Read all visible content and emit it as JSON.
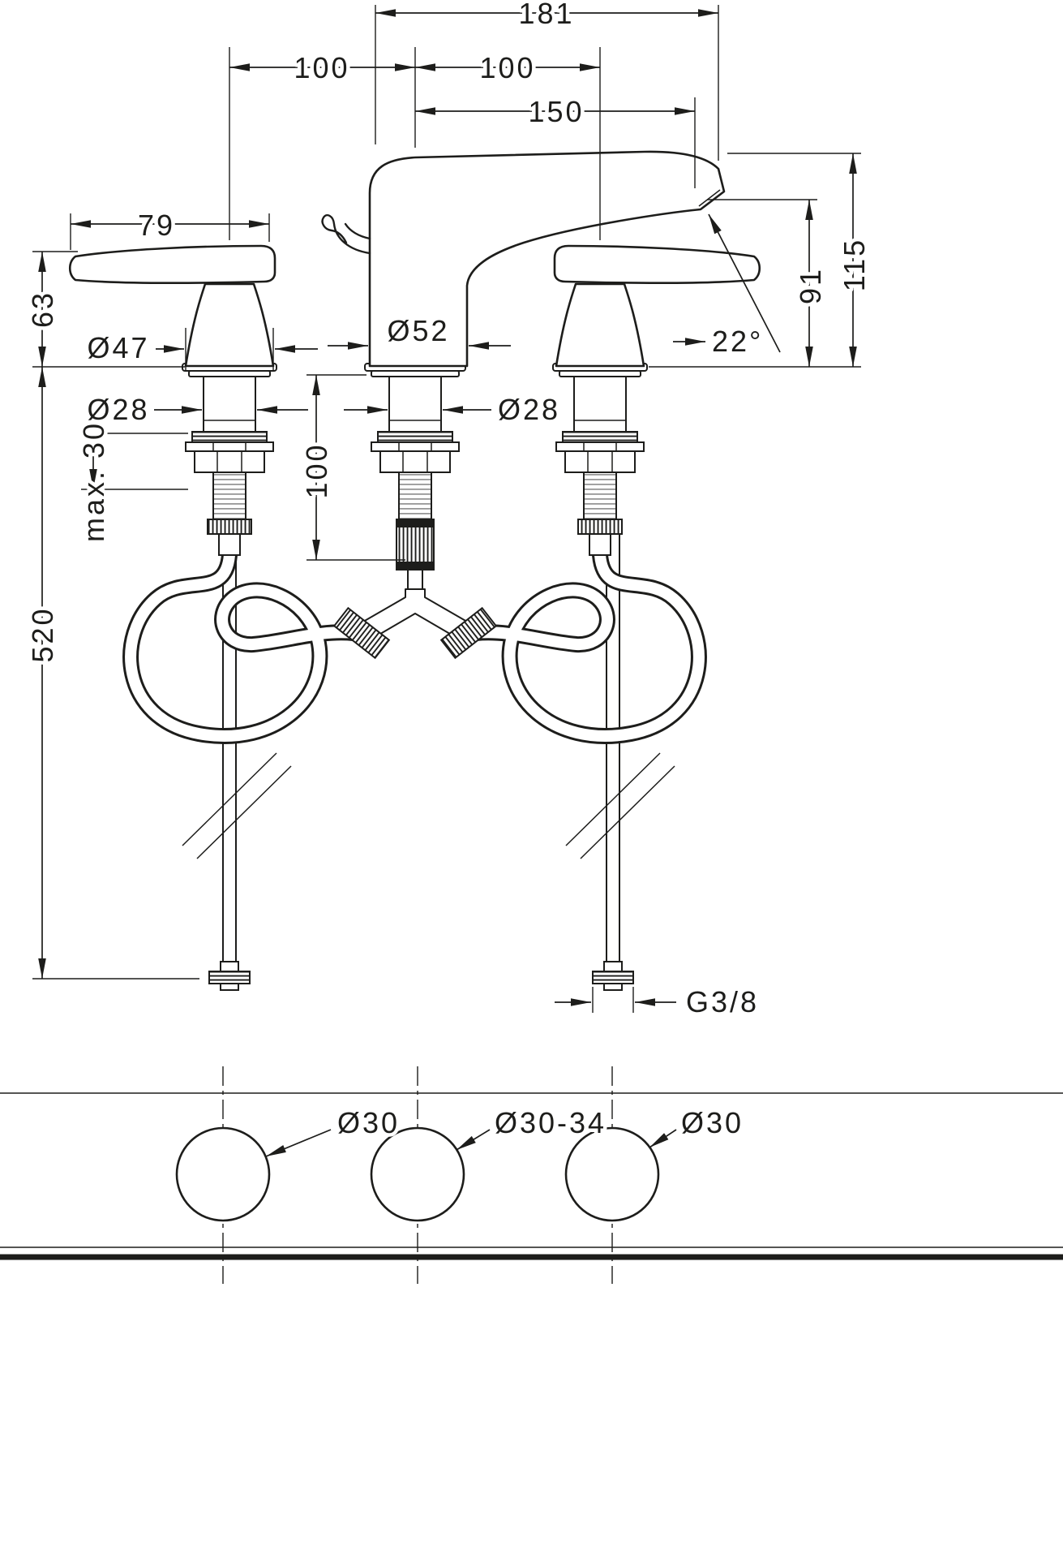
{
  "colors": {
    "line": "#1d1d1b",
    "background": "#ffffff"
  },
  "dims": {
    "reach_overall": "181",
    "spacing_left": "100",
    "spacing_right": "100",
    "reach_spout": "150",
    "handle_length": "79",
    "handle_height": "63",
    "handle_base_dia": "Ø47",
    "spout_base_dia": "Ø52",
    "shank_dia_left": "Ø28",
    "shank_dia_center": "Ø28",
    "shank_length": "100",
    "max_deck": "max. 30",
    "hose_length": "520",
    "outlet_height": "91",
    "spout_height": "115",
    "outlet_angle": "22°",
    "thread": "G3/8",
    "hole_left": "Ø30",
    "hole_center": "Ø30-34",
    "hole_right": "Ø30"
  }
}
